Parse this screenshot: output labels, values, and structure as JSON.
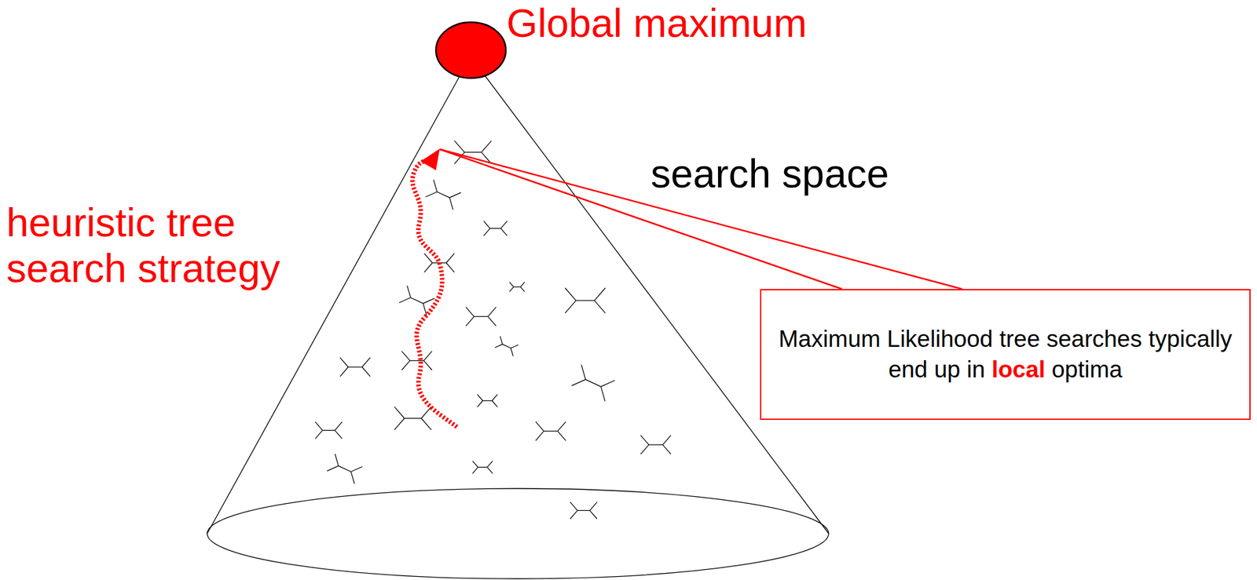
{
  "diagram": {
    "nodes": [
      {
        "text": [
          "Maximum Likelihood tree searches typically end up in local optima"
        ]
      }
    ],
    "labels": [
      "Global maximum",
      "search space",
      "heuristic tree search strategy"
    ]
  }
}
